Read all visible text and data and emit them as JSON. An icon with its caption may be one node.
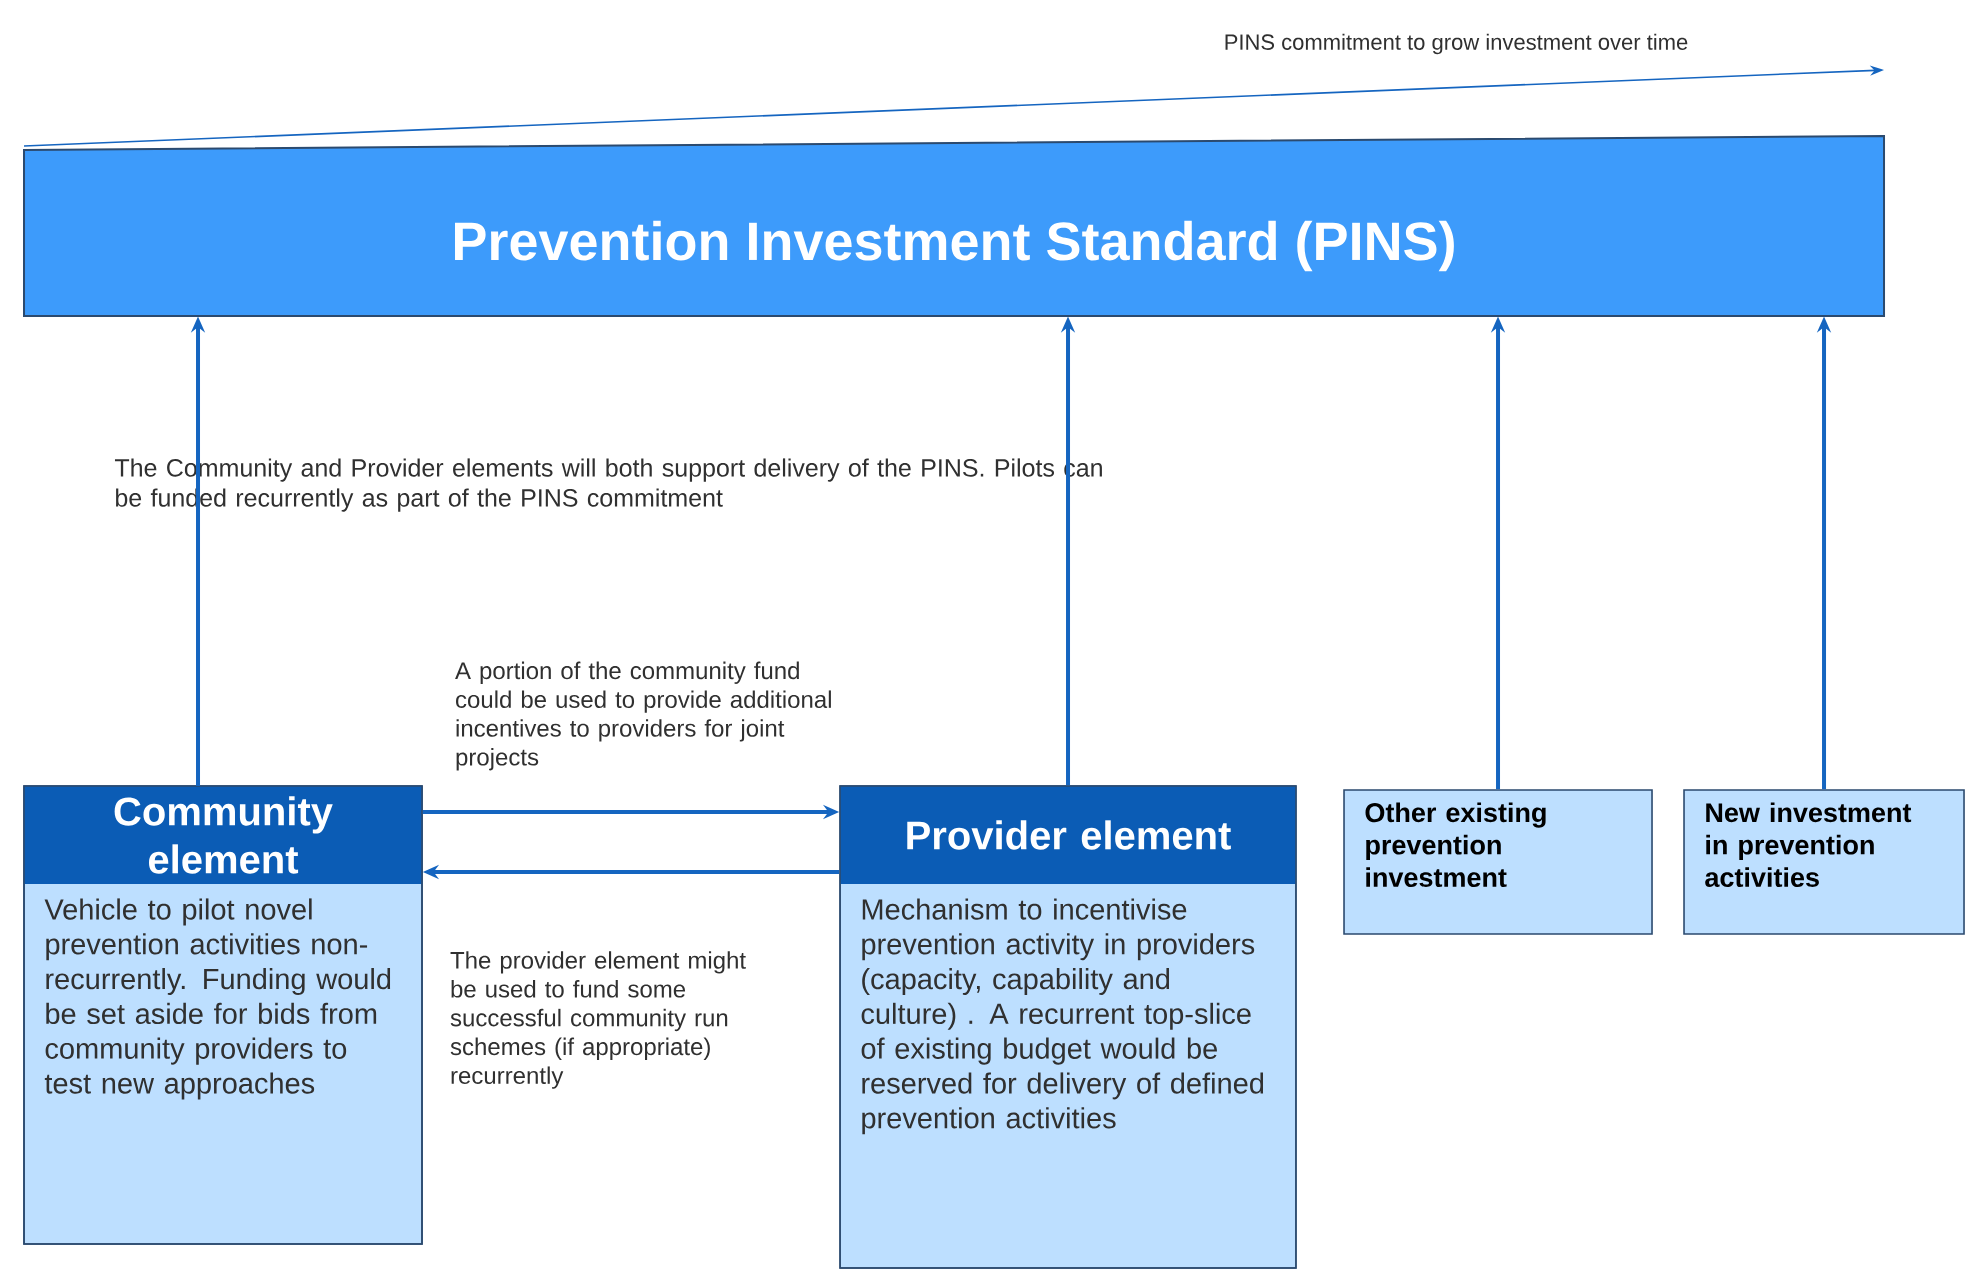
{
  "diagram": {
    "nodes": [
      {
        "text": [
          "Prevention Investment Standard (PINS)"
        ]
      },
      {
        "text": [
          "Community element",
          "Vehicle to pilot novel prevention activities non-recurrently. Funding would be set aside for bids from community providers to test new approaches"
        ]
      },
      {
        "text": [
          "Provider element",
          "Mechanism to incentivise prevention activity in providers (capacity, capability and culture) . A recurrent top-slice of existing budget would be reserved for delivery of defined prevention activities"
        ]
      },
      {
        "text": [
          "Other existing prevention investment"
        ]
      },
      {
        "text": [
          "New investment in prevention activities"
        ]
      }
    ],
    "edges": [
      {
        "from": 1,
        "to": 0,
        "arrow": "to"
      },
      {
        "from": 2,
        "to": 0,
        "arrow": "to"
      },
      {
        "from": 3,
        "to": 0,
        "arrow": "to"
      },
      {
        "from": 4,
        "to": 0,
        "arrow": "to"
      },
      {
        "from": 1,
        "to": 2,
        "arrow": "to",
        "label": "A portion of the community fund could be used to provide additional incentives to providers for joint projects"
      },
      {
        "from": 2,
        "to": 1,
        "arrow": "to",
        "label": "The provider element might be used to fund some successful community run schemes (if appropriate) recurrently"
      }
    ],
    "labels": [
      "PINS commitment to grow investment over time",
      "The Community and Provider elements will both support delivery of the PINS. Pilots can be funded recurrently as part of the PINS commitment"
    ]
  }
}
